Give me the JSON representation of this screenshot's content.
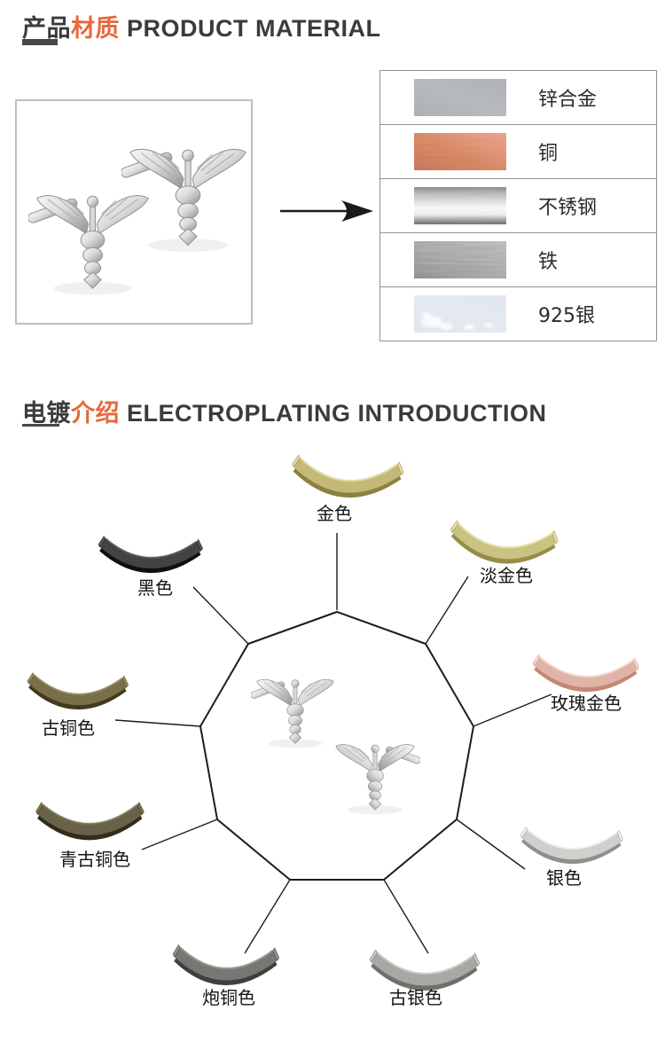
{
  "material_section": {
    "title_zh_a": "产品",
    "title_zh_b": "材质",
    "title_en": "PRODUCT MATERIAL",
    "materials": [
      {
        "label": "锌合金",
        "kind": "zinc",
        "color": "#a9adb2"
      },
      {
        "label": "铜",
        "kind": "copper",
        "color": "#dd8663"
      },
      {
        "label": "不锈钢",
        "kind": "stainless",
        "color": "#d9d9d9"
      },
      {
        "label": "铁",
        "kind": "iron",
        "color": "#a8a8a8"
      },
      {
        "label": "925银",
        "kind": "silver925",
        "color": "#e0e6ef"
      }
    ]
  },
  "plating_section": {
    "title_zh_a": "电镀",
    "title_zh_b": "介绍",
    "title_en": "ELECTROPLATING INTRODUCTION",
    "platings": [
      {
        "label": "金色",
        "color": "#c6b96e",
        "edge": "#8d813f",
        "light": "#e3daa0"
      },
      {
        "label": "淡金色",
        "color": "#cdc47a",
        "edge": "#978d49",
        "light": "#e8e1a8"
      },
      {
        "label": "玫瑰金色",
        "color": "#e6b3a5",
        "edge": "#c18873",
        "light": "#f5d6cb"
      },
      {
        "label": "银色",
        "color": "#d3d3d1",
        "edge": "#8f8f8b",
        "light": "#f0f0ee"
      },
      {
        "label": "古银色",
        "color": "#a5a5a1",
        "edge": "#6f6f6b",
        "light": "#c8c8c4"
      },
      {
        "label": "炮铜色",
        "color": "#6c6c68",
        "edge": "#3f3f3d",
        "light": "#93938f"
      },
      {
        "label": "青古铜色",
        "color": "#5b5437",
        "edge": "#322d1a",
        "light": "#7e7650"
      },
      {
        "label": "古铜色",
        "color": "#6e6339",
        "edge": "#423a1d",
        "light": "#948a58"
      },
      {
        "label": "黑色",
        "color": "#303030",
        "edge": "#0f0f0f",
        "light": "#585858"
      }
    ]
  },
  "colors": {
    "accent": "#e8683c",
    "heading": "#3b3b3b",
    "table_border": "#929292",
    "diagram_line": "#1c1c1c"
  }
}
